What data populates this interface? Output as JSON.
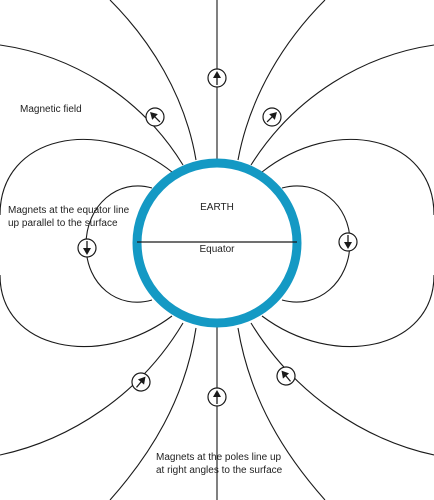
{
  "labels": {
    "earth": "EARTH",
    "equator": "Equator",
    "magnetic_field": "Magnetic field",
    "equator_note": [
      "Magnets at the equator line",
      "up parallel to the surface"
    ],
    "poles_note": [
      "Magnets at the poles line up",
      "at right angles to the surface"
    ]
  },
  "colors": {
    "earth_ring": "#1499c4",
    "lines": "#1a1a1a",
    "background": "#ffffff"
  },
  "icons": {
    "compass": "compass-needle-icon"
  }
}
